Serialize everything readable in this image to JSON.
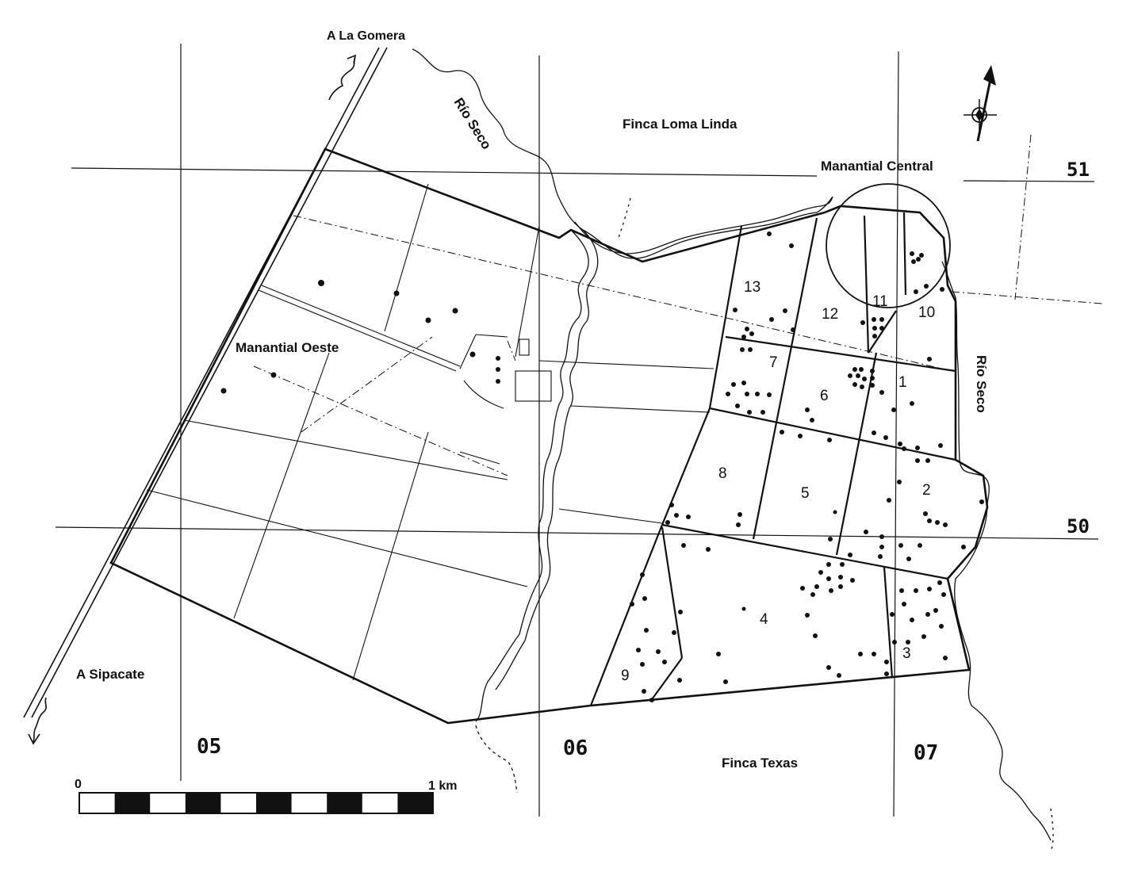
{
  "labels": {
    "to_la_gomera": "A La Gomera",
    "to_sipacate": "A Sipacate",
    "finca_north": "Finca Loma Linda",
    "finca_south": "Finca Texas",
    "spring_central": "Manantial Central",
    "spring_west": "Manantial Oeste",
    "river_north": "Río Seco",
    "river_east": "Río Seco"
  },
  "grid": {
    "easting": [
      "05",
      "06",
      "07"
    ],
    "northing": [
      "51",
      "50"
    ]
  },
  "plots": [
    "1",
    "2",
    "3",
    "4",
    "5",
    "6",
    "7",
    "8",
    "9",
    "10",
    "11",
    "12",
    "13"
  ],
  "scale_bar": {
    "start": "0",
    "end": "1 km",
    "segments": 10
  },
  "colors": {
    "ink": "#111111",
    "paper": "#ffffff"
  },
  "icons": {
    "north_arrow": "north-arrow-icon"
  }
}
